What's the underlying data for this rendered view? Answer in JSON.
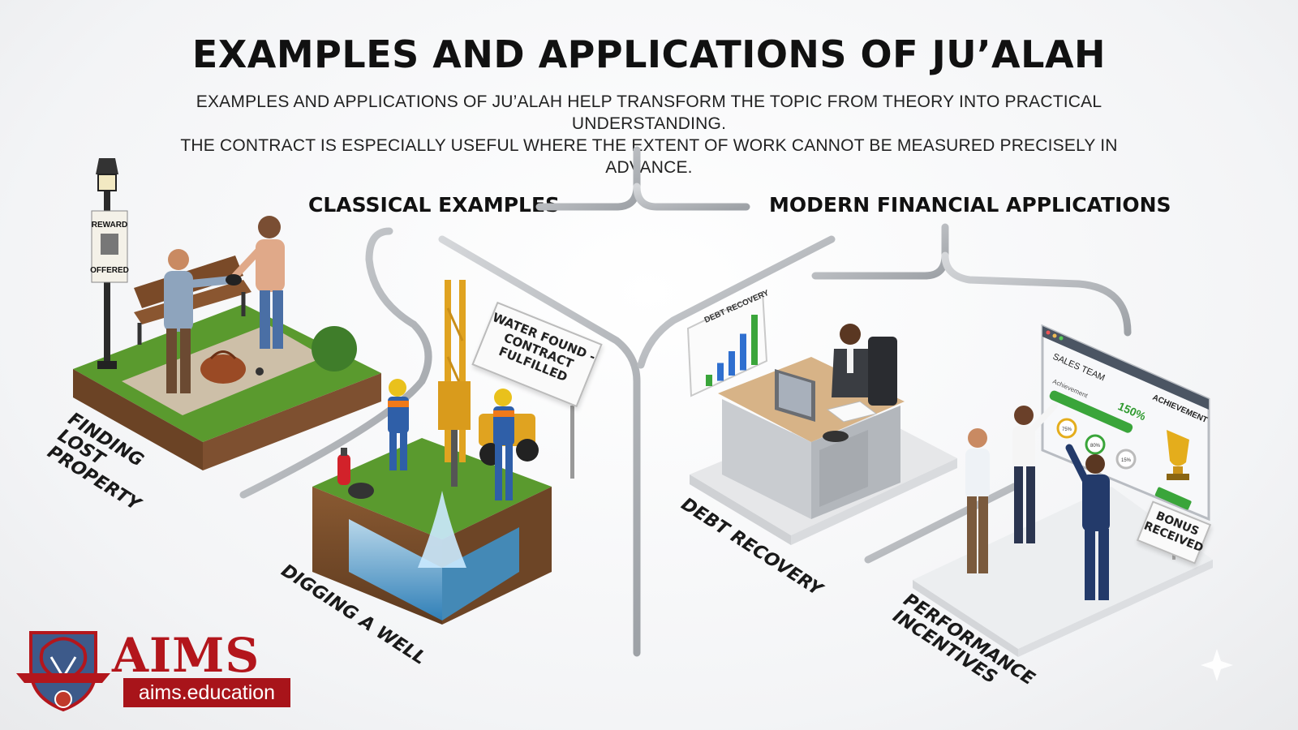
{
  "header": {
    "title": "EXAMPLES AND APPLICATIONS OF JU’ALAH",
    "subtitle_line1": "EXAMPLES AND APPLICATIONS OF JU’ALAH HELP TRANSFORM THE TOPIC FROM THEORY INTO PRACTICAL UNDERSTANDING.",
    "subtitle_line2": "THE CONTRACT IS ESPECIALLY USEFUL WHERE THE EXTENT OF WORK CANNOT BE MEASURED PRECISELY IN ADVANCE."
  },
  "sections": {
    "classical": "CLASSICAL EXAMPLES",
    "modern": "MODERN FINANCIAL APPLICATIONS"
  },
  "examples": {
    "lost_property": {
      "label": "FINDING LOST PROPERTY",
      "poster": "REWARD OFFERED"
    },
    "well": {
      "label": "DIGGING A WELL",
      "sign": "WATER FOUND - CONTRACT FULFILLED"
    },
    "debt": {
      "label": "DEBT RECOVERY",
      "chart_title": "DEBT RECOVERY"
    },
    "performance": {
      "label": "PERFORMANCE INCENTIVES",
      "screen_title": "SALES TEAM",
      "progress_label": "Achievement",
      "progress_value": "150%",
      "progress_fraction": 1.0,
      "achievement_label": "ACHIEVEMENT",
      "sign": "BONUS RECEIVED",
      "gauges": [
        "75%",
        "80%",
        "15%"
      ]
    }
  },
  "branding": {
    "logo": "AIMS",
    "url": "aims.education"
  },
  "colors": {
    "brand_red": "#b3161c",
    "grass": "#5a9a2e",
    "drill_yellow": "#e0a320",
    "chart_green": "#3aa53a",
    "chart_blue": "#2f6fcf"
  }
}
